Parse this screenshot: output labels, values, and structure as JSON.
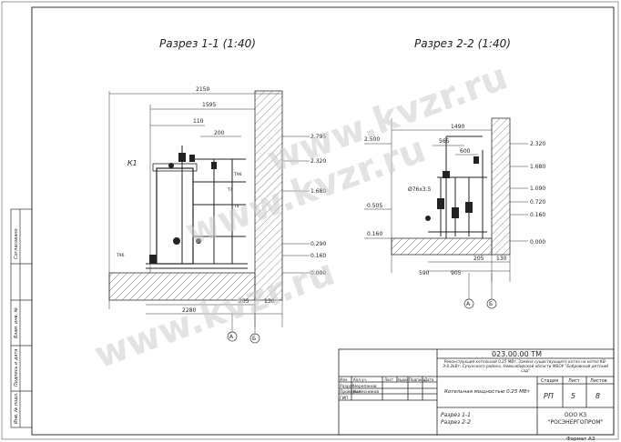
{
  "sheet": {
    "format_label": "Формат А3",
    "watermark_lines": [
      "www.kvzr.ru",
      "www.kvzr.ru",
      "www.kvzr.ru"
    ]
  },
  "section1": {
    "title": "Разрез 1-1 (1:40)",
    "dims_top": [
      "2150",
      "1595",
      "110",
      "200"
    ],
    "dims_bottom": [
      "205",
      "130",
      "2280"
    ],
    "elevations": [
      "2.795",
      "2.320",
      "1.680",
      "0.290",
      "0.160",
      "0.000"
    ],
    "labels": [
      "К1",
      "Т96",
      "Т4",
      "Т4",
      "Т96"
    ],
    "axes": [
      "А",
      "Б"
    ]
  },
  "section2": {
    "title": "Разрез 2-2 (1:40)",
    "dims_top": [
      "1490",
      "565",
      "600"
    ],
    "dims_bottom": [
      "205",
      "130",
      "590",
      "905"
    ],
    "elevations_left": [
      "2.500",
      "0.505",
      "0.160"
    ],
    "elevations_right": [
      "2.320",
      "1.680",
      "1.090",
      "0.720",
      "0.160",
      "0.000"
    ],
    "labels": [
      "Ø76х3.5"
    ],
    "axes": [
      "А",
      "Б"
    ]
  },
  "left_strip": [
    "Согласовано",
    "Взам. инв. №",
    "Подпись и дата",
    "Инв. № подл."
  ],
  "title_block": {
    "code": "023.00.00 ТМ",
    "project": "Реконструкция котельной 0,25 МВт. Замена существующего котла на котел КВ-Э-0,2кВт. Сузунского района, Новосибирской области МБОУ \"Бобровский детский сад\"",
    "object": "Котельная мощностью 0,25 МВт",
    "sheet_name": "Разрез 1-1\nРазрез 2-2",
    "company": "ООО КЗ \"РОСЭНЕРГОПРОМ\"",
    "stage_head": "Стадия",
    "sheet_head": "Лист",
    "sheets_head": "Листов",
    "stage": "РП",
    "sheet": "5",
    "sheets": "8",
    "cols": [
      "Изм.",
      "Кол.уч.",
      "Лист",
      "№док.",
      "Подпись",
      "Дата"
    ],
    "roles": [
      "Разраб.",
      "Проверил",
      "ГИП"
    ],
    "names": [
      "Черепанов",
      "Колесников",
      ""
    ]
  }
}
